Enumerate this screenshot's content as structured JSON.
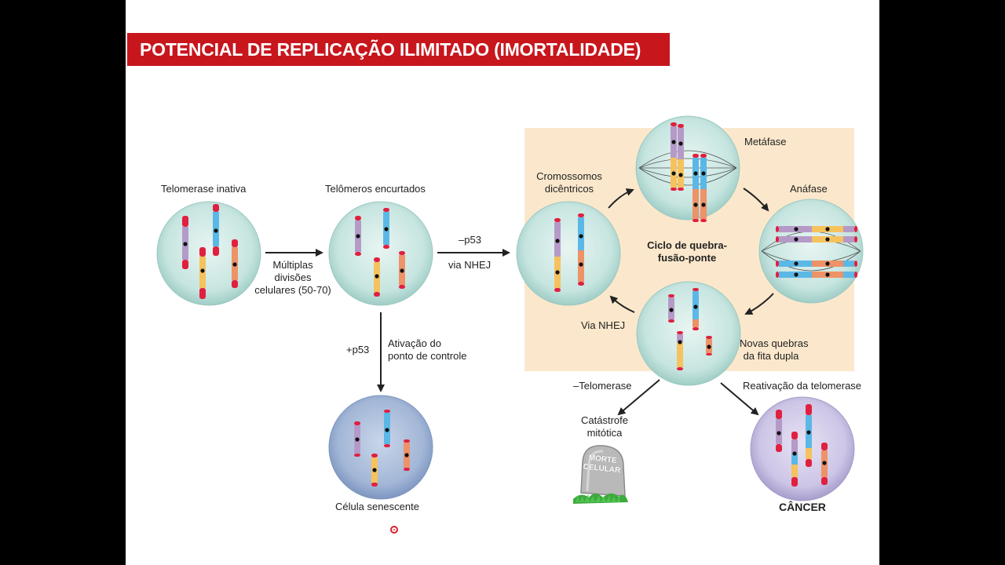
{
  "slide": {
    "title": "POTENCIAL DE REPLICAÇÃO ILIMITADO (IMORTALIDADE)"
  },
  "diagram": {
    "labels": {
      "telomerase_inativa": "Telomerase inativa",
      "telomeros_encurtados": "Telômeros encurtados",
      "multiplas_divisoes": [
        "Múltiplas",
        "divisões",
        "celulares (50-70)"
      ],
      "minus_p53": "–p53",
      "via_nhej_right": "via NHEJ",
      "cromossomos_dicentricos": [
        "Cromossomos",
        "dicêntricos"
      ],
      "metafase": "Metáfase",
      "anafase": "Anáfase",
      "ciclo": [
        "Ciclo de quebra-",
        "fusão-ponte"
      ],
      "via_nhej_left": "Via NHEJ",
      "novas_quebras": [
        "Novas quebras",
        "da fita dupla"
      ],
      "plus_p53": "+p53",
      "ativacao": [
        "Ativação do",
        "ponto de controle"
      ],
      "celula_senescente": "Célula senescente",
      "minus_telomerase": "–Telomerase",
      "reativacao": "Reativação da telomerase",
      "catastrofe": [
        "Catástrofe",
        "mitótica"
      ],
      "tombstone": [
        "MORTE",
        "CELULAR"
      ],
      "cancer": "CÂNCER"
    },
    "colors": {
      "title_bar": "#c8161d",
      "cell_fill": "#cde8e4",
      "senescent_fill": "#a9bcd8",
      "cancer_fill": "#cdc6e6",
      "cycle_box": "#fbe8cc",
      "telomere": "#e0203f",
      "violet_arm": "#b59ac8",
      "blue_arm": "#5bb8e6",
      "yellow_arm": "#f5c25e",
      "salmon_arm": "#ee9268"
    }
  }
}
